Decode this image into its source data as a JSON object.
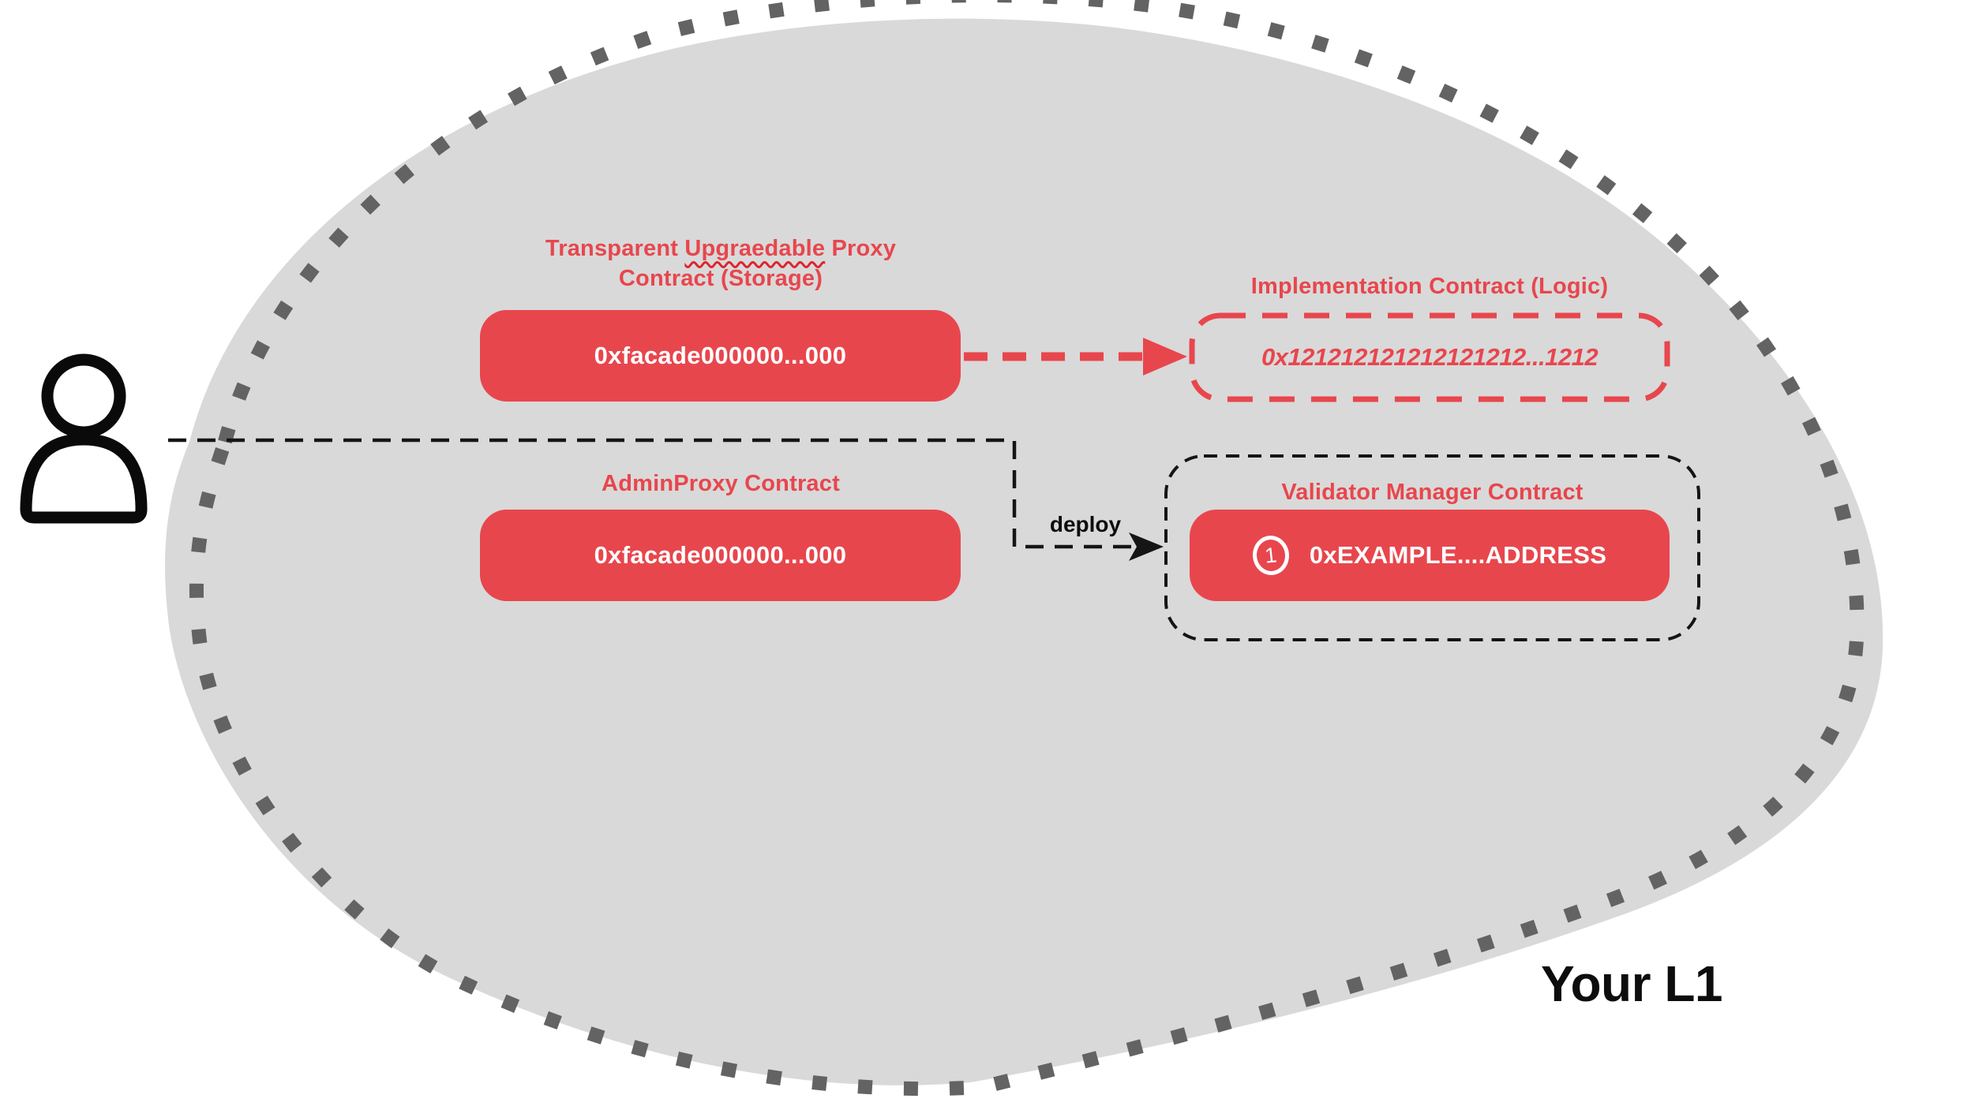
{
  "diagram": {
    "region_label": "Your L1",
    "deploy_label": "deploy",
    "transparent_proxy": {
      "title_pre": "Transparent ",
      "title_misspelled_word": "Upgraedable",
      "title_post": " Proxy",
      "title_line2": "Contract (Storage)",
      "address": "0xfacade000000...000"
    },
    "implementation": {
      "title": "Implementation Contract (Logic)",
      "address": "0x121212121212121212...1212"
    },
    "admin_proxy": {
      "title": "AdminProxy  Contract",
      "address": "0xfacade000000...000"
    },
    "validator_manager": {
      "title": "Validator Manager Contract",
      "badge": "1",
      "address": "0xEXAMPLE....ADDRESS"
    },
    "icons": {
      "person": "person-icon"
    },
    "colors": {
      "accent_red": "#e8464d",
      "blob_fill": "#d9d9d9",
      "dotted_border": "#636363",
      "black": "#0d0d0d",
      "white": "#ffffff"
    }
  }
}
